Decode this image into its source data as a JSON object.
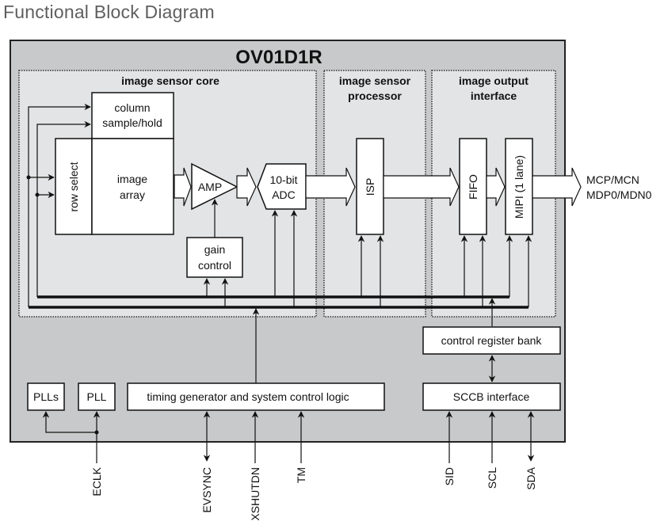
{
  "page_title": "Functional Block Diagram",
  "chip": {
    "name": "OV01D1R",
    "body_color": "#c8c9ca",
    "region_color": "#e3e4e5"
  },
  "regions": {
    "core": "image sensor core",
    "processor": [
      "image sensor",
      "processor"
    ],
    "output": [
      "image output",
      "interface"
    ]
  },
  "blocks": {
    "column_sample_hold": [
      "column",
      "sample/hold"
    ],
    "row_select": "row select",
    "image_array": [
      "image",
      "array"
    ],
    "amp": "AMP",
    "adc": [
      "10-bit",
      "ADC"
    ],
    "gain_control": [
      "gain",
      "control"
    ],
    "isp": "ISP",
    "fifo": "FIFO",
    "mipi": "MIPI (1 lane)",
    "control_register_bank": "control register bank",
    "sccb_interface": "SCCB interface",
    "plls": "PLLs",
    "pll": "PLL",
    "timing_generator": "timing generator and system control logic"
  },
  "outputs": [
    "MCP/MCN",
    "MDP0/MDN0"
  ],
  "pins": {
    "eclk": "ECLK",
    "evsync": "EVSYNC",
    "xshutdn": "XSHUTDN",
    "tm": "TM",
    "sid": "SID",
    "scl": "SCL",
    "sda": "SDA"
  }
}
